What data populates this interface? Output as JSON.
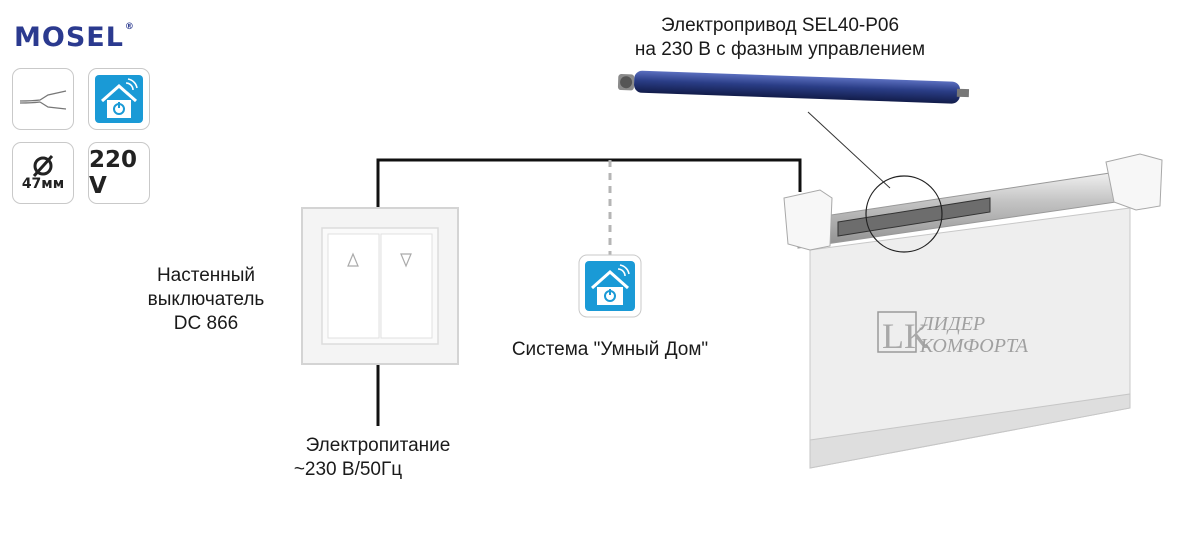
{
  "brand": {
    "name": "MOSEL",
    "mark": "®",
    "logo_icon": "mosel-logo"
  },
  "feature_icons": [
    {
      "icon": "wire-cable-icon"
    },
    {
      "icon": "smart-home-icon"
    },
    {
      "icon": "diameter-icon",
      "value": "47мм"
    },
    {
      "icon": "voltage-badge",
      "value": "220 V"
    }
  ],
  "motor": {
    "title_line1": "Электропривод SEL40-P06",
    "title_line2": "на 230 В с фазным управлением",
    "color": "#2a3d86"
  },
  "switch": {
    "label_line1": "Настенный",
    "label_line2": "выключатель",
    "label_line3": "DC 866"
  },
  "smart_home": {
    "label": "Система \"Умный Дом\"",
    "accent": "#1a9ad6"
  },
  "power": {
    "label_line1": "Электропитание",
    "label_line2": "~230 В/50Гц"
  },
  "watermark": {
    "line1": "ЛИДЕР",
    "line2": "КОМФОРТА",
    "logo": "LK"
  },
  "colors": {
    "brand_blue": "#2b3a8f",
    "brand_red": "#d3262b",
    "wire": "#111111",
    "smart_wire": "#b5b5b5"
  }
}
